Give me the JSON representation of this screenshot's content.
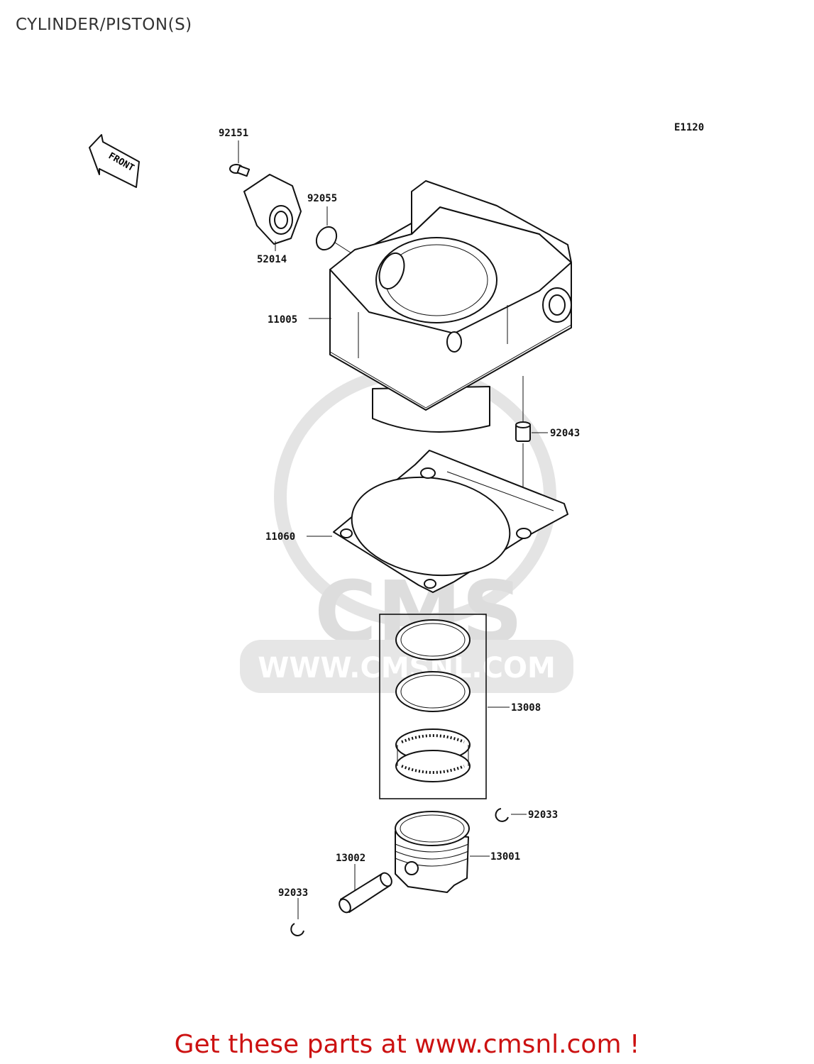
{
  "title": "CYLINDER/PISTON(S)",
  "diagram_code": "E1120",
  "front_label": "FRONT",
  "watermark": {
    "logo_text": "CMS",
    "url_text": "WWW.CMSNL.COM"
  },
  "footer": "Get these parts at www.cmsnl.com !",
  "parts": [
    {
      "number": "92151"
    },
    {
      "number": "52014"
    },
    {
      "number": "92055"
    },
    {
      "number": "11005"
    },
    {
      "number": "92043"
    },
    {
      "number": "11060"
    },
    {
      "number": "13008"
    },
    {
      "number": "92033"
    },
    {
      "number": "13001"
    },
    {
      "number": "13002"
    },
    {
      "number": "92033"
    }
  ],
  "colors": {
    "footer_text": "#cc1111",
    "line_art": "#111111",
    "watermark": "#dddddd"
  }
}
